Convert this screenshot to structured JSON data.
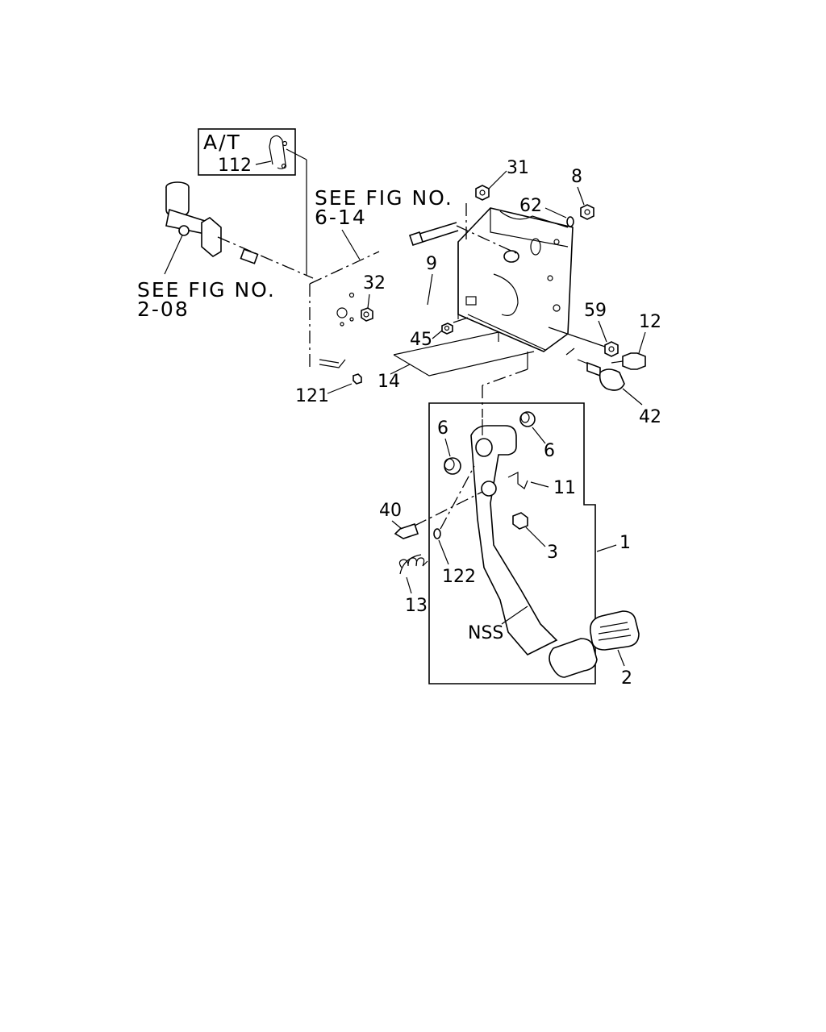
{
  "references": {
    "at_box_label": "A/T",
    "fig_6_14_line1": "SEE FIG NO.",
    "fig_6_14_line2": "6-14",
    "fig_2_08_line1": "SEE FIG NO.",
    "fig_2_08_line2": "2-08"
  },
  "callouts": {
    "c112": "112",
    "c31": "31",
    "c8": "8",
    "c62": "62",
    "c9": "9",
    "c32": "32",
    "c45": "45",
    "c59": "59",
    "c12": "12",
    "c14": "14",
    "c121": "121",
    "c42": "42",
    "c6a": "6",
    "c6b": "6",
    "c11": "11",
    "c40": "40",
    "c3": "3",
    "c1": "1",
    "c122": "122",
    "c13": "13",
    "nss": "NSS",
    "c2": "2"
  }
}
